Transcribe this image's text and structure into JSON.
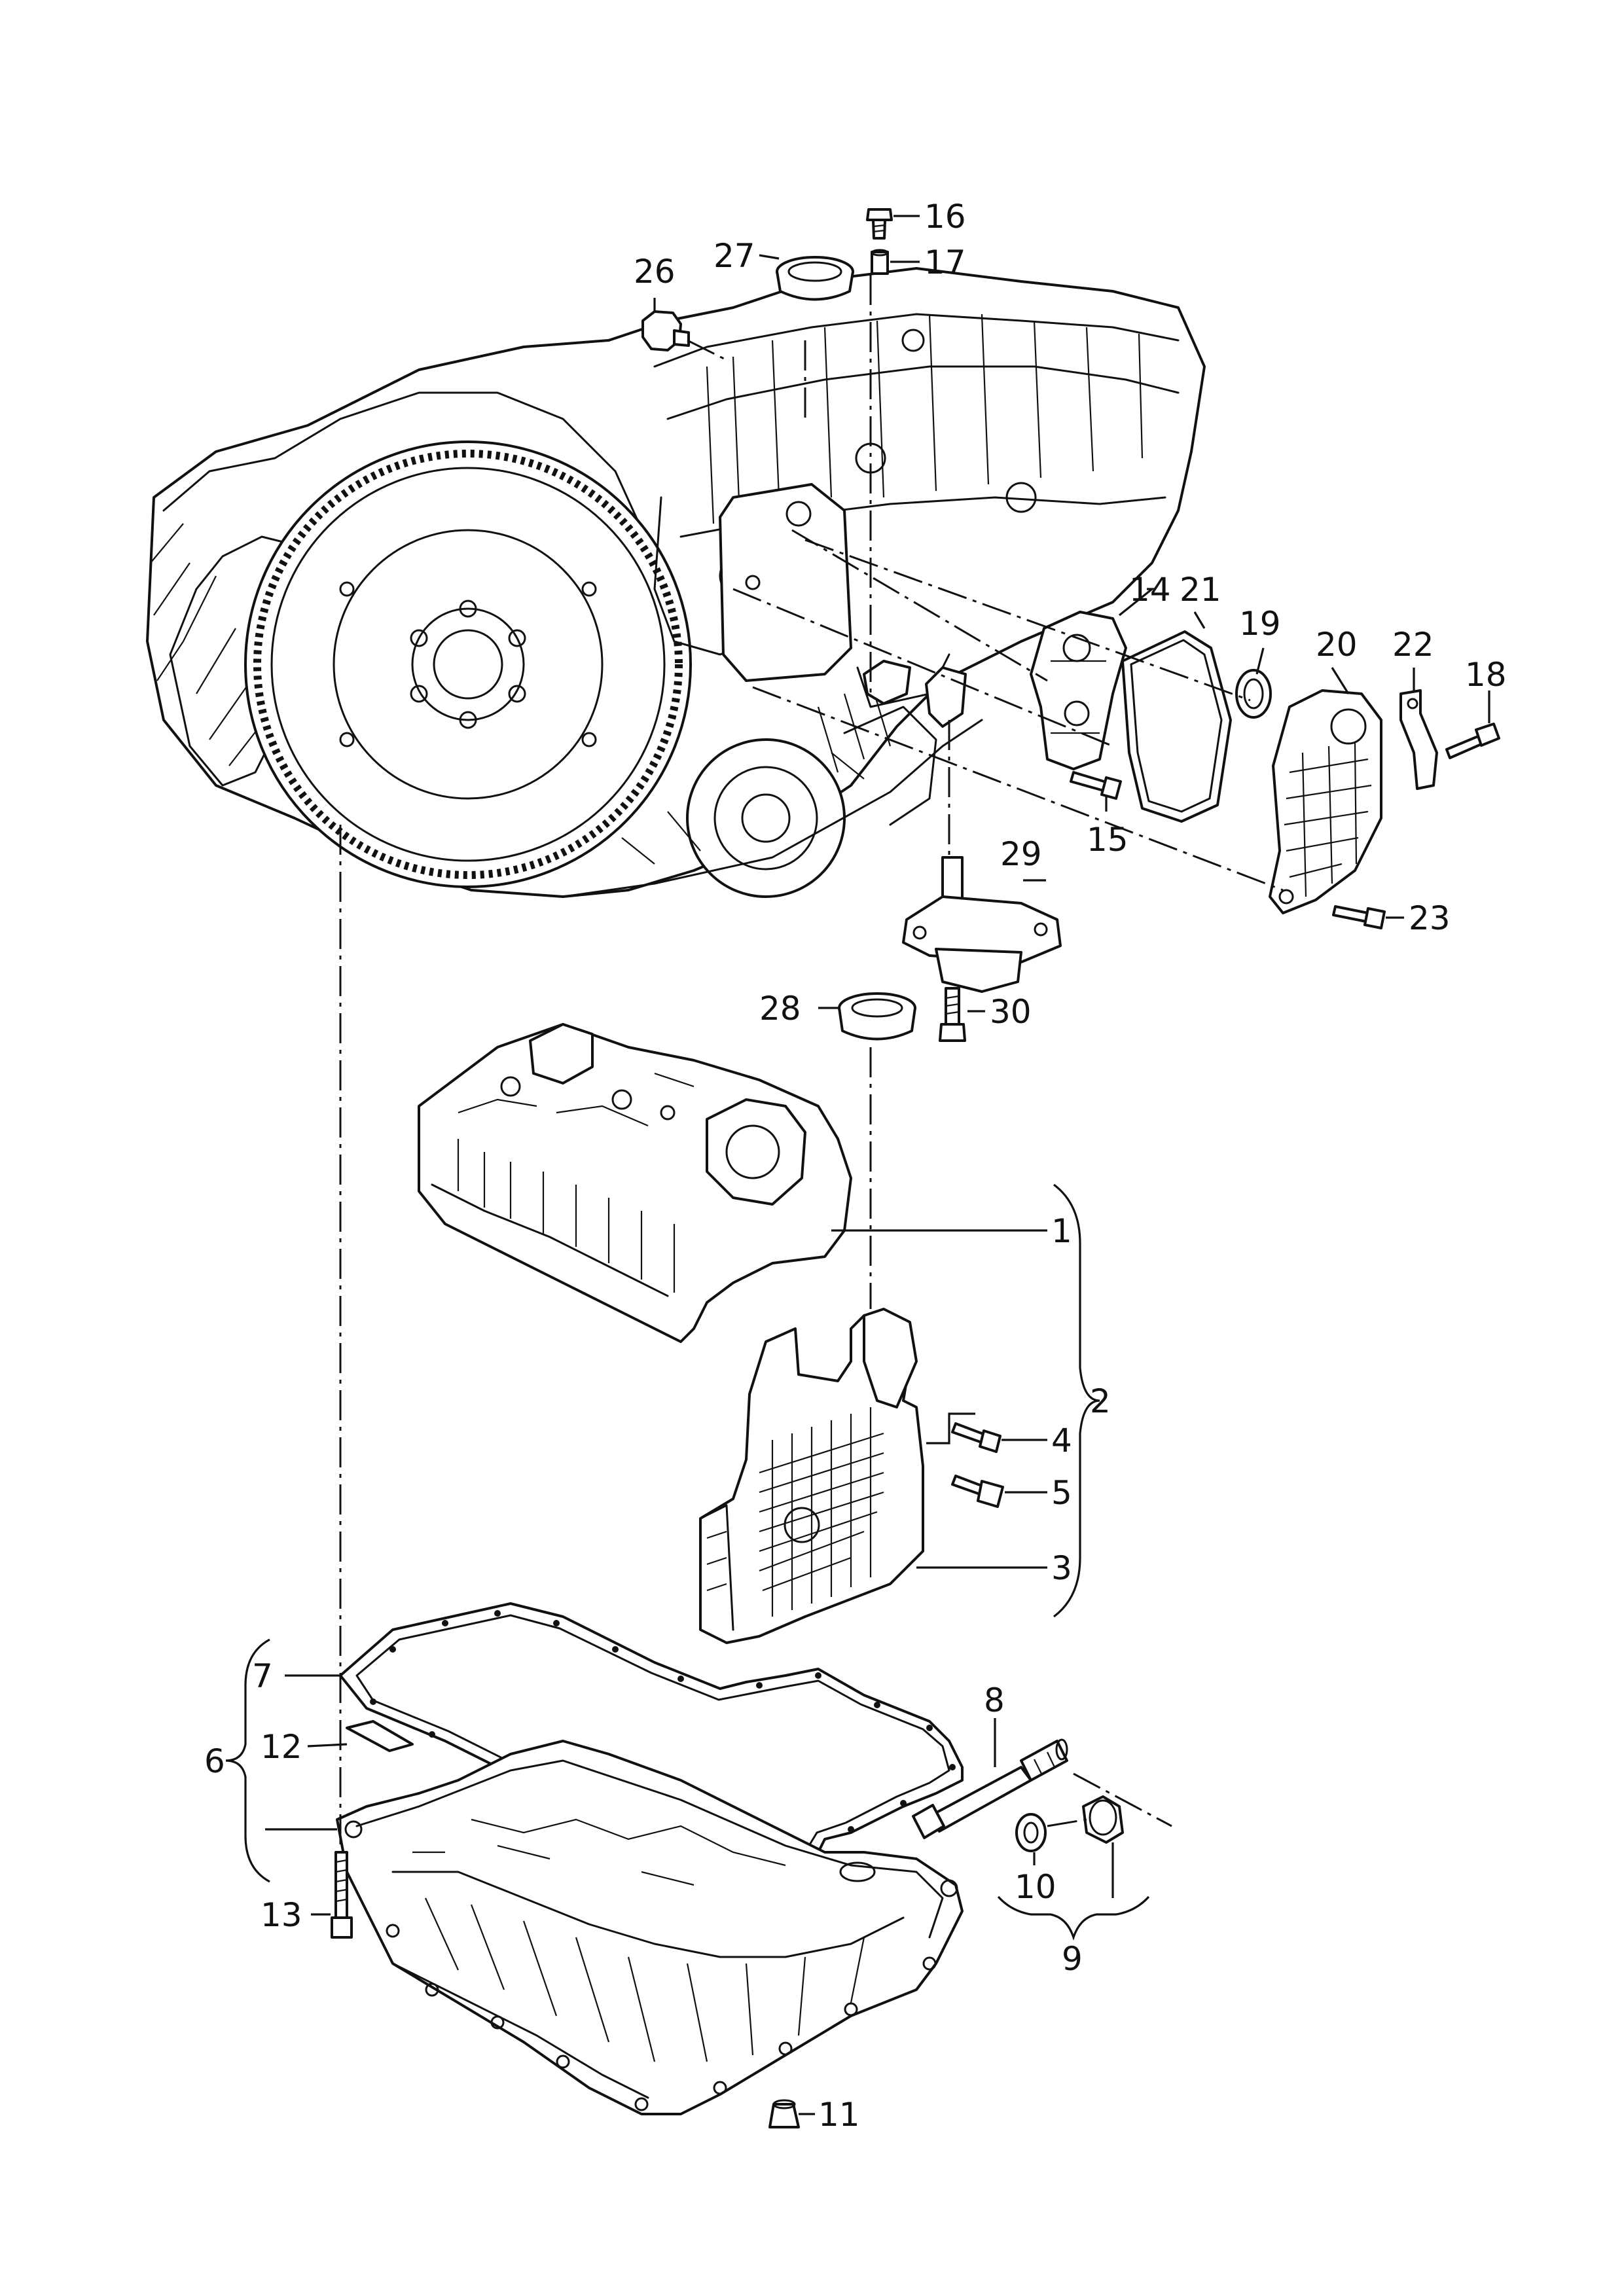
{
  "callouts": {
    "c1": "1",
    "c2": "2",
    "c3": "3",
    "c4": "4",
    "c5": "5",
    "c6": "6",
    "c7": "7",
    "c8": "8",
    "c9": "9",
    "c10": "10",
    "c11": "11",
    "c12": "12",
    "c13": "13",
    "c14": "14",
    "c15": "15",
    "c16": "16",
    "c17": "17",
    "c18": "18",
    "c19": "19",
    "c20": "20",
    "c21": "21",
    "c22": "22",
    "c23": "23",
    "c26": "26",
    "c27": "27",
    "c28": "28",
    "c29": "29",
    "c30": "30"
  },
  "colors": {
    "line": "#111111",
    "background": "#ffffff"
  }
}
